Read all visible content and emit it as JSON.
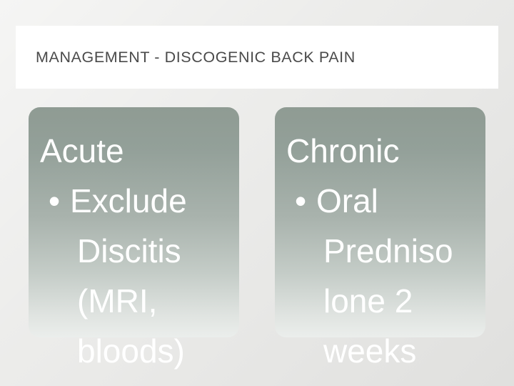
{
  "slide": {
    "title": "MANAGEMENT - DISCOGENIC BACK PAIN",
    "columns": [
      {
        "heading": "Acute",
        "bullet_symbol": "•",
        "bullet_text": "Exclude",
        "continuation": [
          "Discitis",
          "(MRI,",
          "bloods)"
        ]
      },
      {
        "heading": "Chronic",
        "bullet_symbol": "•",
        "bullet_text": "Oral",
        "continuation": [
          "Predniso",
          "lone 2",
          "weeks"
        ]
      }
    ]
  },
  "colors": {
    "background": "#e9e9e7",
    "title_bar": "#ffffff",
    "title_text": "#4a4a4a",
    "card_top": "#8f9b93",
    "card_bottom": "#ebeeec",
    "card_text": "#ffffff"
  }
}
